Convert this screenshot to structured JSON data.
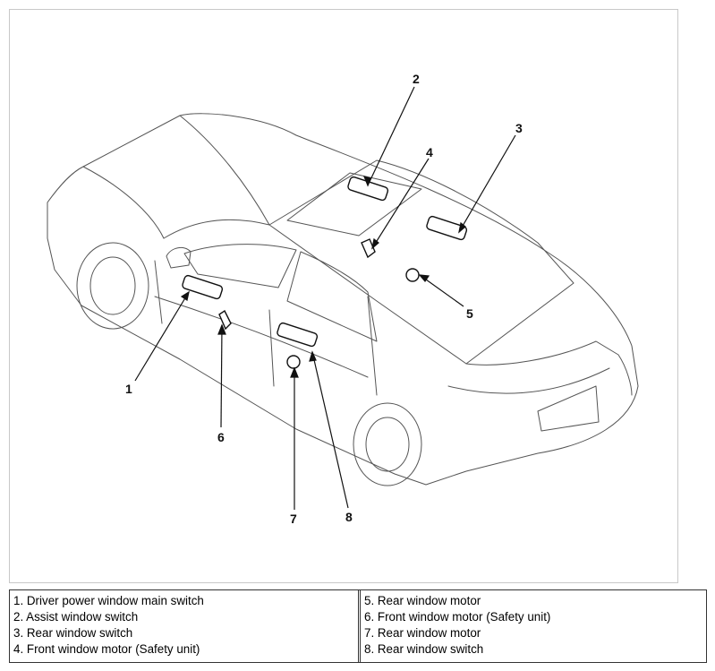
{
  "diagram": {
    "callouts": [
      "1",
      "2",
      "3",
      "4",
      "5",
      "6",
      "7",
      "8"
    ]
  },
  "legend": {
    "left": [
      "1. Driver power window main switch",
      "2. Assist window switch",
      "3. Rear window switch",
      "4. Front window motor (Safety unit)"
    ],
    "right": [
      "5. Rear window motor",
      "6. Front window motor (Safety unit)",
      "7. Rear window motor",
      "8. Rear window switch"
    ]
  }
}
